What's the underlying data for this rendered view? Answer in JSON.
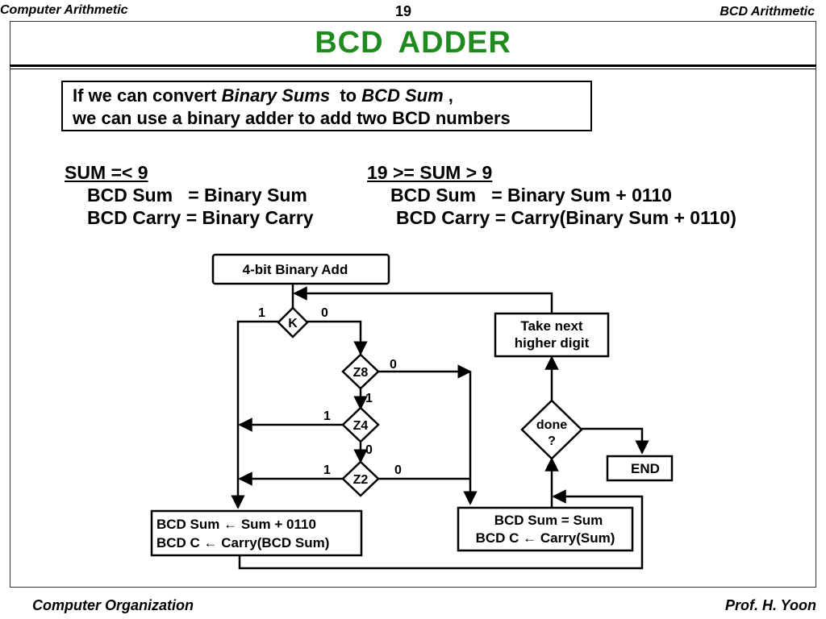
{
  "header": {
    "left": "Computer Arithmetic",
    "page_number": "19",
    "right": "BCD Arithmetic"
  },
  "title": "BCD  ADDER",
  "intro": {
    "line1_pre": "If we can convert ",
    "line1_em1": "Binary Sums",
    "line1_mid": "  to ",
    "line1_em2": "BCD Sum",
    "line1_post": " ,",
    "line2": "we can use a binary adder to add two BCD numbers"
  },
  "rules": {
    "left": {
      "heading": "SUM =< 9",
      "line1": "BCD Sum   = Binary Sum",
      "line2": "BCD Carry = Binary Carry"
    },
    "right": {
      "heading": "19 >= SUM > 9",
      "line1": "BCD Sum   = Binary Sum + 0110",
      "line2": "BCD Carry = Carry(Binary Sum + 0110)"
    }
  },
  "flowchart": {
    "start_box": "4-bit Binary Add",
    "decision_k": "K",
    "decision_z8": "Z8",
    "decision_z4": "Z4",
    "decision_z2": "Z2",
    "decision_done_1": "done",
    "decision_done_2": "?",
    "next_digit_1": "Take next",
    "next_digit_2": "higher digit",
    "end_box": "END",
    "correct_box_1": "BCD Sum ← Sum + 0110",
    "correct_box_2": "BCD C ← Carry(BCD Sum)",
    "plain_box_1": "BCD Sum = Sum",
    "plain_box_2": "BCD C ← Carry(Sum)",
    "labels": {
      "k_one": "1",
      "k_zero": "0",
      "z8_zero": "0",
      "z8_one": "1",
      "z4_one": "1",
      "z4_zero": "0",
      "z2_one": "1",
      "z2_zero": "0"
    }
  },
  "footer": {
    "left": "Computer Organization",
    "right": "Prof.  H. Yoon"
  },
  "colors": {
    "title": "#1f8b1f",
    "ink": "#000000"
  }
}
